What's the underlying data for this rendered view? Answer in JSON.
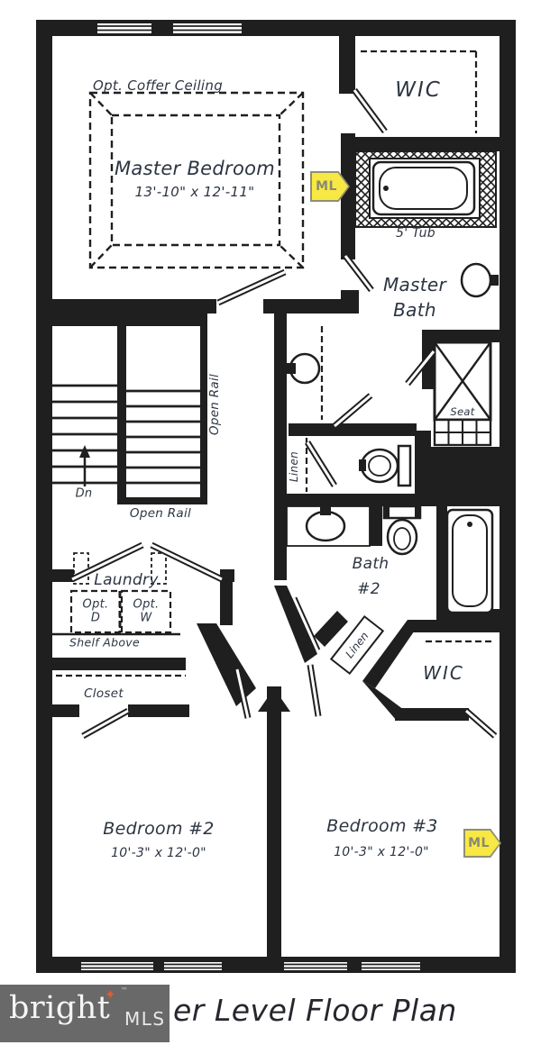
{
  "colors": {
    "wall": "#1f1f1f",
    "label_text": "#2d3542",
    "badge_fill": "#f7e843",
    "badge_border": "#8f8f74",
    "badge_text": "#8a8a70",
    "logo_background": "#696969",
    "logo_text": "#f5f5f5",
    "logo_star": "#e05c34",
    "title_text": "#26262e"
  },
  "plan": {
    "master_bedroom": {
      "coffer_note": "Opt. Coffer Ceiling",
      "label": "Master Bedroom",
      "dims": "13'-10\" x 12'-11\""
    },
    "wic_upper": {
      "label": "WIC"
    },
    "master_bath": {
      "label_line1": "Master",
      "label_line2": "Bath",
      "tub_label": "5' Tub",
      "seat_label": "Seat"
    },
    "stairs": {
      "down_label": "Dn",
      "open_rail_vertical": "Open Rail",
      "open_rail_horizontal": "Open Rail"
    },
    "laundry": {
      "label": "Laundry",
      "opt_d_line1": "Opt.",
      "opt_d_line2": "D",
      "opt_w_line1": "Opt.",
      "opt_w_line2": "W",
      "shelf_label": "Shelf Above"
    },
    "closet": {
      "label": "Closet"
    },
    "wc": {
      "linen_label": "Linen"
    },
    "bath2": {
      "label_line1": "Bath",
      "label_line2": "#2"
    },
    "hall": {
      "linen_label": "Linen"
    },
    "wic_lower": {
      "label": "WIC"
    },
    "bedroom2": {
      "label": "Bedroom #2",
      "dims": "10'-3\" x 12'-0\""
    },
    "bedroom3": {
      "label": "Bedroom #3",
      "dims": "10'-3\" x 12'-0\""
    },
    "badges": {
      "ml_master_level": "ML",
      "ml_bedroom3": "ML"
    }
  },
  "footer": {
    "title_visible_text": "er Level Floor Plan",
    "logo": {
      "main": "bright",
      "sub": "MLS",
      "trademark": "™",
      "star_icon": "✦"
    }
  }
}
